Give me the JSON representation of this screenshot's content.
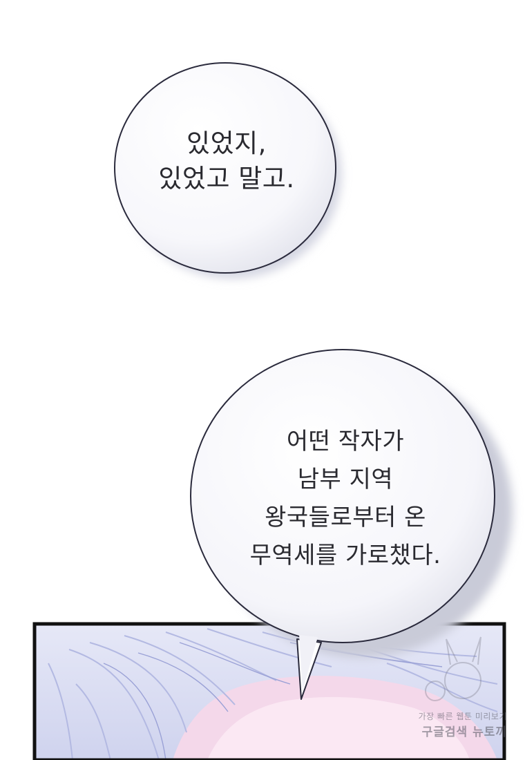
{
  "bubble_top": {
    "lines": [
      "있었지,",
      "있었고 말고."
    ]
  },
  "bubble_bottom": {
    "lines": [
      "어떤 작자가",
      "남부 지역",
      "왕국들로부터 온",
      "무역세를 가로챘다."
    ]
  },
  "watermark": {
    "line1": "가장 빠른 웹툰 미리보기",
    "line2": "구글검색 뉴토끼"
  }
}
